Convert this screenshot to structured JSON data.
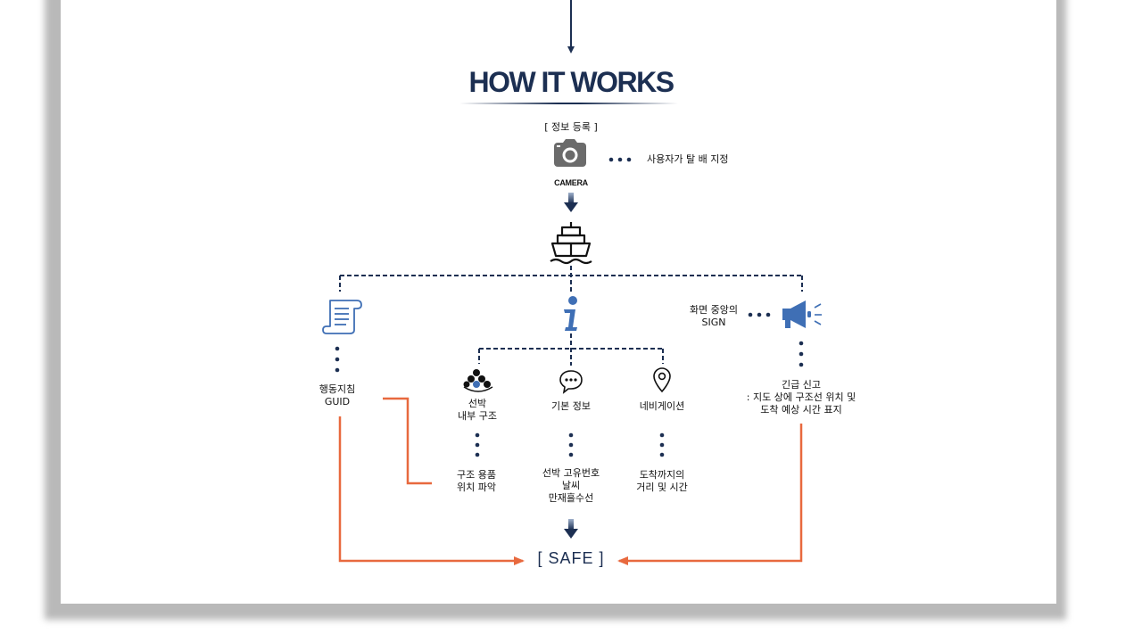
{
  "title": "HOW IT WORKS",
  "register_label": "[ 정보 등록 ]",
  "camera_label": "CAMERA",
  "user_designate": "사용자가 탈 배 지정",
  "guide_label": "행동지침\nGUID",
  "sign_label": "화면 중앙의\nSIGN",
  "emergency_label": "긴급 신고\n: 지도 상에 구조선 위치 및\n도착 예상 시간 표지",
  "ship_structure_label": "선박\n내부 구조",
  "basic_info_label": "기본 정보",
  "navigation_label": "네비게이션",
  "rescue_items_label": "구조 용품\n위치 파악",
  "ship_details_label": "선박 고유번호\n날씨\n만재흘수선",
  "arrival_label": "도착까지의\n거리 및 시간",
  "safe_label": "[ SAFE ]",
  "colors": {
    "navy": "#1c2f52",
    "icon_blue": "#3f6fb5",
    "orange": "#e8693e",
    "gray_icon": "#6b6b6b"
  }
}
